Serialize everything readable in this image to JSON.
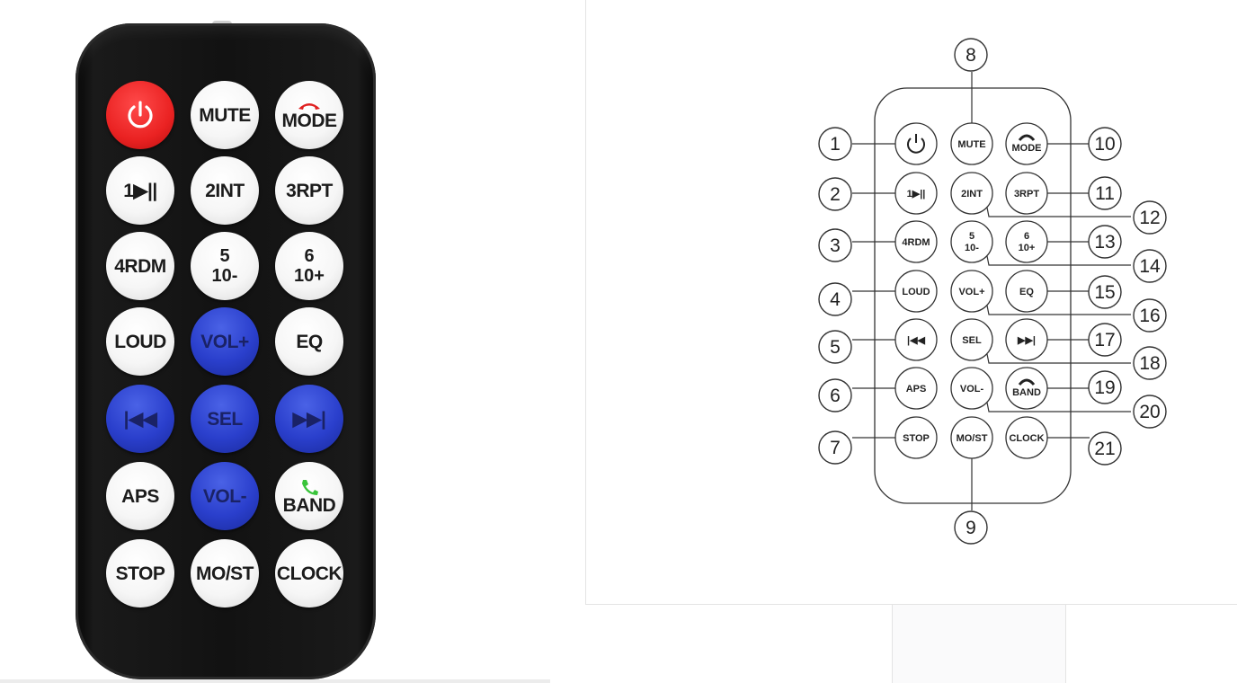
{
  "remote": {
    "buttons": [
      {
        "id": "power",
        "type": "power",
        "color": "red"
      },
      {
        "id": "mute",
        "label": "MUTE",
        "color": "white"
      },
      {
        "id": "mode",
        "label": "MODE",
        "type": "mode",
        "color": "white"
      },
      {
        "id": "1",
        "label": "1▶||",
        "color": "white"
      },
      {
        "id": "2int",
        "label": "2INT",
        "color": "white"
      },
      {
        "id": "3rpt",
        "label": "3RPT",
        "color": "white"
      },
      {
        "id": "4rdm",
        "label": "4RDM",
        "color": "white"
      },
      {
        "id": "5",
        "label_top": "5",
        "label_bottom": "10-",
        "color": "white"
      },
      {
        "id": "6",
        "label_top": "6",
        "label_bottom": "10+",
        "color": "white"
      },
      {
        "id": "loud",
        "label": "LOUD",
        "color": "white"
      },
      {
        "id": "volplus",
        "label": "VOL+",
        "color": "blue"
      },
      {
        "id": "eq",
        "label": "EQ",
        "color": "white"
      },
      {
        "id": "prev",
        "label": "|◀◀",
        "color": "blue"
      },
      {
        "id": "sel",
        "label": "SEL",
        "color": "blue"
      },
      {
        "id": "next",
        "label": "▶▶|",
        "color": "blue"
      },
      {
        "id": "aps",
        "label": "APS",
        "color": "white"
      },
      {
        "id": "volminus",
        "label": "VOL-",
        "color": "blue"
      },
      {
        "id": "band",
        "label": "BAND",
        "type": "band",
        "color": "white"
      },
      {
        "id": "stop",
        "label": "STOP",
        "color": "white"
      },
      {
        "id": "most",
        "label": "MO/ST",
        "color": "white"
      },
      {
        "id": "clock",
        "label": "CLOCK",
        "color": "white"
      }
    ],
    "colors": {
      "red": "#ea2222",
      "blue": "#2a3fcc",
      "body": "#121212",
      "white": "#f6f6f6"
    }
  },
  "diagram": {
    "buttons": [
      {
        "id": "power",
        "label": ""
      },
      {
        "id": "mute",
        "label": "MUTE"
      },
      {
        "id": "mode",
        "label": "MODE"
      },
      {
        "id": "1",
        "label": "1▶||"
      },
      {
        "id": "2int",
        "label": "2INT"
      },
      {
        "id": "3rpt",
        "label": "3RPT"
      },
      {
        "id": "4rdm",
        "label": "4RDM"
      },
      {
        "id": "5",
        "label_top": "5",
        "label_bottom": "10-"
      },
      {
        "id": "6",
        "label_top": "6",
        "label_bottom": "10+"
      },
      {
        "id": "loud",
        "label": "LOUD"
      },
      {
        "id": "volplus",
        "label": "VOL+"
      },
      {
        "id": "eq",
        "label": "EQ"
      },
      {
        "id": "prev",
        "label": "|◀◀"
      },
      {
        "id": "sel",
        "label": "SEL"
      },
      {
        "id": "next",
        "label": "▶▶|"
      },
      {
        "id": "aps",
        "label": "APS"
      },
      {
        "id": "volminus",
        "label": "VOL-"
      },
      {
        "id": "band",
        "label": "BAND"
      },
      {
        "id": "stop",
        "label": "STOP"
      },
      {
        "id": "most",
        "label": "MO/ST"
      },
      {
        "id": "clock",
        "label": "CLOCK"
      }
    ],
    "callouts": [
      "1",
      "2",
      "3",
      "4",
      "5",
      "6",
      "7",
      "8",
      "9",
      "10",
      "11",
      "12",
      "13",
      "14",
      "15",
      "16",
      "17",
      "18",
      "19",
      "20",
      "21"
    ]
  }
}
